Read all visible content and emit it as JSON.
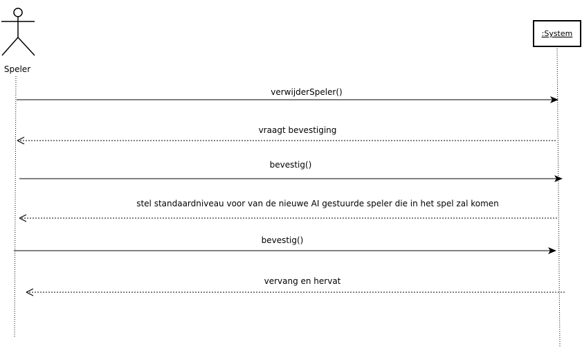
{
  "actor": {
    "name": "Speler",
    "icon": "stick-figure-icon"
  },
  "system": {
    "name": ":System"
  },
  "colors": {
    "line": "#000000",
    "background": "#ffffff"
  },
  "messages": [
    {
      "label": "verwijderSpeler()",
      "kind": "sync",
      "direction": "to-system"
    },
    {
      "label": "vraagt bevestiging",
      "kind": "return",
      "direction": "to-actor"
    },
    {
      "label": "bevestig()",
      "kind": "sync",
      "direction": "to-system"
    },
    {
      "label": "stel standaardniveau voor van de nieuwe AI gestuurde speler die in het spel zal komen",
      "kind": "return",
      "direction": "to-actor"
    },
    {
      "label": "bevestig()",
      "kind": "sync",
      "direction": "to-system"
    },
    {
      "label": "vervang en hervat",
      "kind": "return",
      "direction": "to-actor"
    }
  ]
}
